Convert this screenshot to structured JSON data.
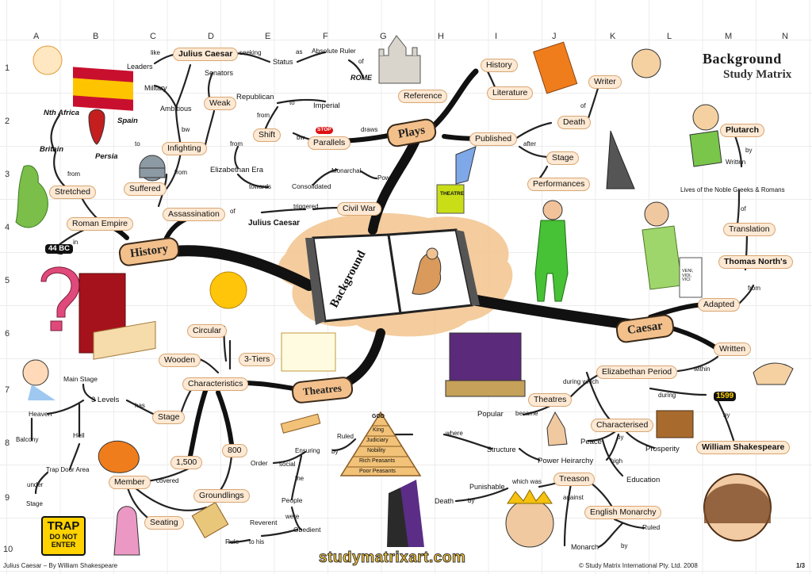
{
  "header": {
    "title_line1": "Background",
    "title_line2": "Study Matrix"
  },
  "columns": [
    "A",
    "B",
    "C",
    "D",
    "E",
    "F",
    "G",
    "H",
    "I",
    "J",
    "K",
    "L",
    "M",
    "N"
  ],
  "rows": [
    "1",
    "2",
    "3",
    "4",
    "5",
    "6",
    "7",
    "8",
    "9",
    "10"
  ],
  "center": {
    "book_label": "Background"
  },
  "main_branches": {
    "history": "History",
    "plays": "Plays",
    "caesar": "Caesar",
    "theatres": "Theatres"
  },
  "history_branch": {
    "roman_empire": "Roman Empire",
    "stretched": "Stretched",
    "britain": "Britain",
    "nth_africa": "Nth Africa",
    "persia": "Persia",
    "spain": "Spain",
    "suffered": "Suffered",
    "infighting": "Infighting",
    "ambitious": "Ambitious",
    "military": "Military",
    "leaders": "Leaders",
    "like": "like",
    "julius_caesar_top": "Julius Caesar",
    "weak": "Weak",
    "senators": "Senators",
    "bw": "bw",
    "from1": "from",
    "from2": "from",
    "to1": "to",
    "to2": "to",
    "assassination": "Assassination",
    "of": "of",
    "julius_caesar_mid": "Julius Caesar",
    "triggered": "triggered",
    "civil_war": "Civil War",
    "year": "44 BC",
    "in": "in"
  },
  "plays_branch": {
    "seeking": "seeking",
    "status": "Status",
    "as": "as",
    "absolute_ruler": "Absolute Ruler",
    "of": "of",
    "rome": "ROME",
    "imperial": "Imperial",
    "republican": "Republican",
    "to": "to",
    "from1": "from",
    "shift": "Shift",
    "stop": "STOP",
    "bw": "bw",
    "parallels": "Parallels",
    "draws": "draws",
    "from2": "from",
    "elizabethan_era": "Elizabethan Era",
    "towards": "towards",
    "consolidated": "Consolidated",
    "monarchal": "Monarchal",
    "power": "Power",
    "reference": "Reference",
    "history": "History",
    "literature": "Literature",
    "published": "Published",
    "after": "after",
    "death": "Death",
    "of2": "of",
    "writer": "Writer",
    "stage": "Stage",
    "performances": "Performances",
    "theatre_sign": "THEATRE"
  },
  "caesar_branch": {
    "plutarch": "Plutarch",
    "by": "by",
    "written_small": "Written",
    "lives": "Lives of the Noble Greeks & Romans",
    "of": "of",
    "translation": "Translation",
    "thomas_north": "Thomas North's",
    "from": "from",
    "adapted": "Adapted",
    "written": "Written",
    "within": "within",
    "elizabethan_period": "Elizabethan Period",
    "during_which": "during which",
    "theatres": "Theatres",
    "became": "became",
    "popular": "Popular",
    "during": "during",
    "year": "1599",
    "by2": "by",
    "william_shakespeare": "William Shakespeare",
    "characterised": "Characterised",
    "by3": "by",
    "peace": "Peace",
    "prosperity": "Prosperity",
    "high": "high",
    "power_heirarchy": "Power Heirarchy",
    "education": "Education",
    "structure": "Structure",
    "where": "where",
    "treason": "Treason",
    "which_was": "which was",
    "punishable": "Punishable",
    "by4": "by",
    "death": "Death",
    "against": "against",
    "english_monarchy": "English Monarchy",
    "ruled": "Ruled",
    "monarch": "Monarch",
    "by5": "by",
    "veni_vidi_vici": "VENI, VIDI, VICI"
  },
  "pyramid": {
    "god": "GOD",
    "king": "King",
    "judiciary": "Judiciary",
    "nobility": "Nobility",
    "rich_peasants": "Rich Peasants",
    "poor_peasants": "Poor Peasants",
    "ruled": "Ruled",
    "by": "by",
    "ensuring": "Ensuring",
    "social": "social",
    "order": "Order",
    "the": "the",
    "people": "People",
    "were": "were",
    "obedient": "Obedient",
    "reverent": "Reverent",
    "to_his": "to his",
    "rule": "Rule"
  },
  "theatres_branch": {
    "characteristics": "Characteristics",
    "3_tiers": "3-Tiers",
    "wooden": "Wooden",
    "circular": "Circular",
    "stage": "Stage",
    "has": "has",
    "3_levels": "3 Levels",
    "main_stage": "Main Stage",
    "heaven": "Heaven",
    "balcony": "Balcony",
    "hell": "Hell",
    "trap_door_area": "Trap Door Area",
    "under": "under",
    "stage2": "Stage",
    "1500": "1,500",
    "800": "800",
    "member": "Member",
    "covered": "covered",
    "groundlings": "Groundlings",
    "seating": "Seating"
  },
  "trap_sign": {
    "line1": "TRAP",
    "line2": "DO NOT",
    "line3": "ENTER"
  },
  "footer": {
    "left": "Julius Caesar – By William Shakespeare",
    "website": "studymatrixart.com",
    "copyright": "© Study Matrix International Pty. Ltd. 2008",
    "page": "1/3"
  }
}
